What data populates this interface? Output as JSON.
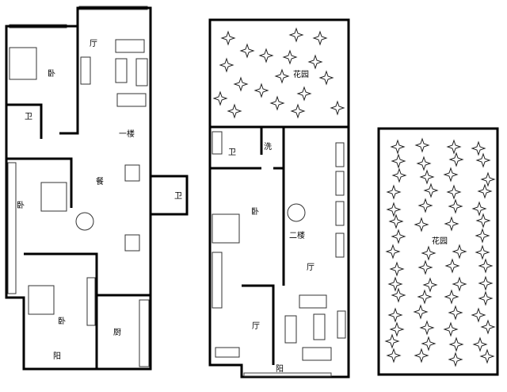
{
  "floor1": {
    "title": "一楼",
    "rooms": {
      "living": "厅",
      "bedroom_top": "卧",
      "bath_left": "卫",
      "dining": "餐",
      "bath_right": "卫",
      "bedroom_mid": "卧",
      "bedroom_bottom": "卧",
      "balcony": "阳",
      "kitchen": "厨"
    }
  },
  "floor2": {
    "title": "二楼",
    "rooms": {
      "garden": "花园",
      "bath": "卫",
      "wash": "洗",
      "bedroom": "卧",
      "hall": "厅",
      "hall2": "厅",
      "balcony": "阳"
    }
  },
  "garden_plot": {
    "label": "花园"
  }
}
